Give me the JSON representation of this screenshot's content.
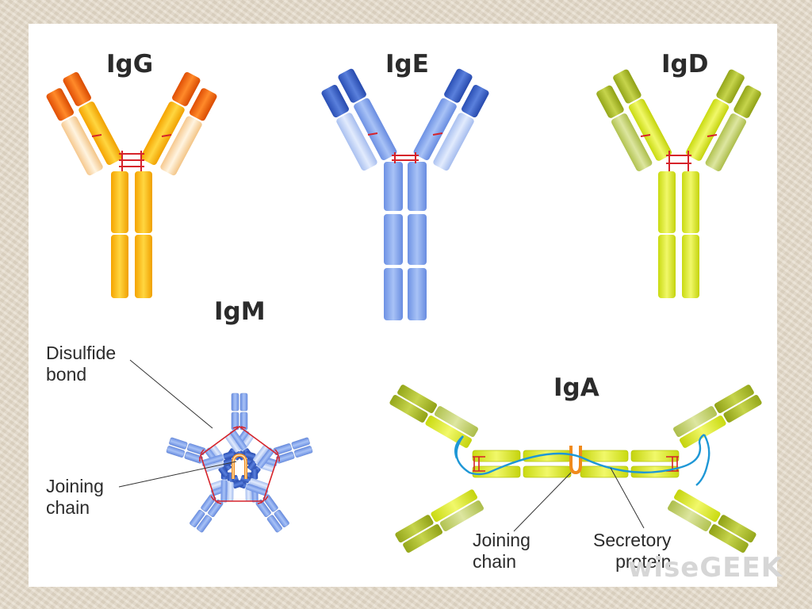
{
  "labels": {
    "igg": "IgG",
    "ige": "IgE",
    "igd": "IgD",
    "igm": "IgM",
    "iga": "IgA"
  },
  "annotations": {
    "disulfide_line1": "Disulfide",
    "disulfide_line2": "bond",
    "joining_igm_line1": "Joining",
    "joining_igm_line2": "chain",
    "joining_iga_line1": "Joining",
    "joining_iga_line2": "chain",
    "secretory_line1": "Secretory",
    "secretory_line2": "protein"
  },
  "watermark": "wiseGEEK",
  "colors": {
    "igg_heavy": "#f7c21a",
    "igg_tip": "#ee6a12",
    "igg_light": "#fde7c4",
    "ige_heavy": "#86a8ef",
    "ige_tip": "#3d63c9",
    "ige_light": "#c6d6f7",
    "igd_heavy": "#dcea2e",
    "igd_tip": "#a7b82a",
    "igd_light": "#c8d67a",
    "bond": "#d6232a",
    "secretory": "#1e97d6",
    "joining": "#f08a1c"
  }
}
